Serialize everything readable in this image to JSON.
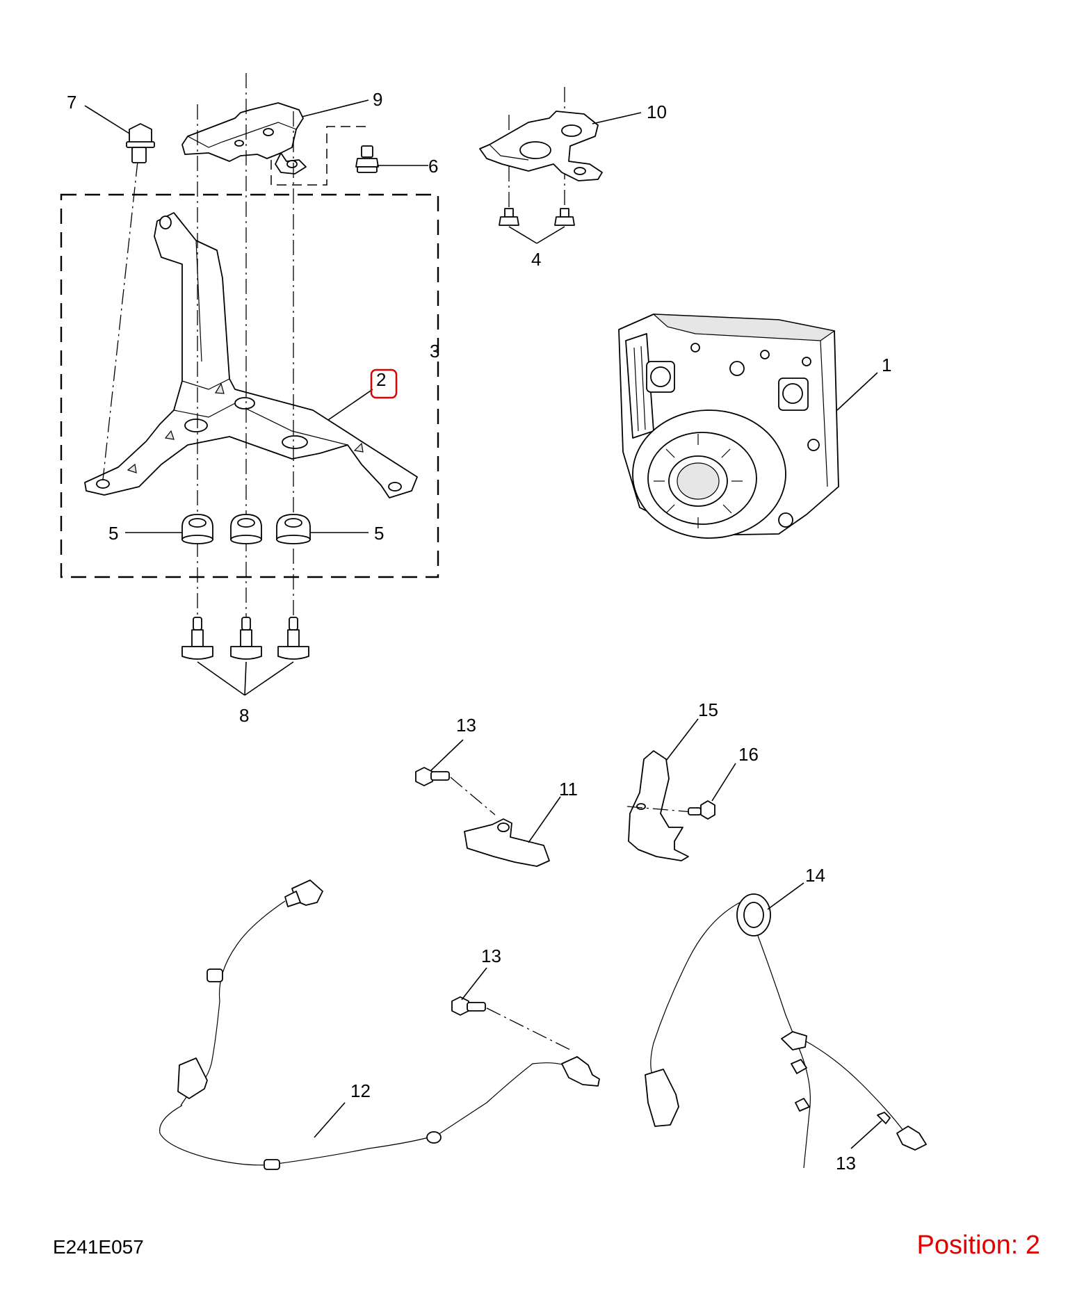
{
  "diagram": {
    "code": "E241E057",
    "position_label": "Position: 2",
    "highlight_color": "#e00000",
    "callouts": {
      "c1": "1",
      "c2": "2",
      "c3": "3",
      "c4": "4",
      "c5a": "5",
      "c5b": "5",
      "c6": "6",
      "c7": "7",
      "c8": "8",
      "c9": "9",
      "c10": "10",
      "c11": "11",
      "c12": "12",
      "c13a": "13",
      "c13b": "13",
      "c13c": "13",
      "c14": "14",
      "c15": "15",
      "c16": "16"
    }
  }
}
